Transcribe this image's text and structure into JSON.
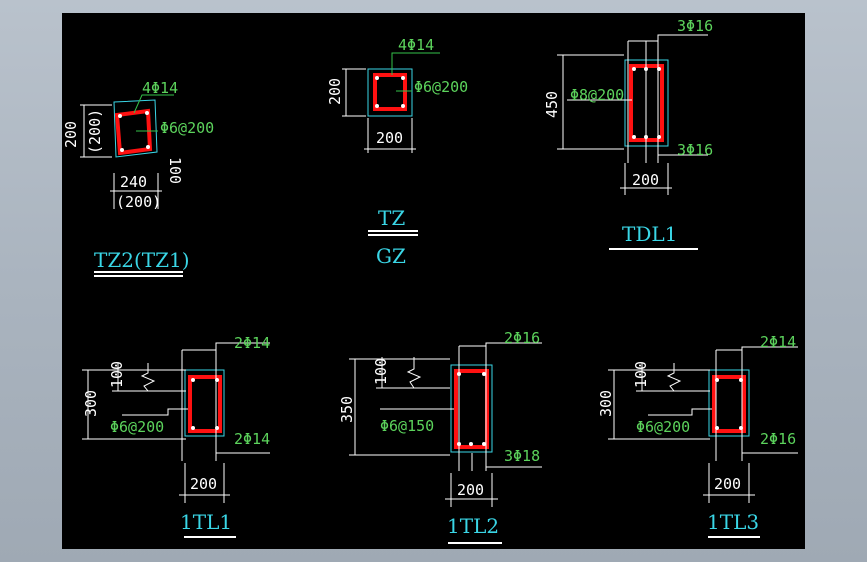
{
  "colors": {
    "background": "#000000",
    "frame": "#aab4bf",
    "dimension": "#ffffff",
    "outline": "#3ad6e6",
    "rebar_label": "#5cd35c",
    "stirrup": "#ff1111",
    "title": "#3ad6e6"
  },
  "tz2": {
    "title": "TZ2(TZ1)",
    "main_bars": "4Φ14",
    "stirrup": "Φ6@200",
    "height": "200",
    "height_alt": "(200)",
    "width": "240",
    "width_alt": "(200)",
    "tail": "100"
  },
  "tz": {
    "title": "TZ",
    "title_alt": "GZ",
    "main_bars": "4Φ14",
    "stirrup": "Φ6@200",
    "height": "200",
    "width": "200"
  },
  "tdl1": {
    "title": "TDL1",
    "top_bars": "3Φ16",
    "bottom_bars": "3Φ16",
    "stirrup": "Φ8@200",
    "height": "450",
    "width": "200"
  },
  "tl1": {
    "title": "1TL1",
    "top_bars": "2Φ14",
    "bottom_bars": "2Φ14",
    "stirrup": "Φ6@200",
    "height": "300",
    "slab": "100",
    "width": "200"
  },
  "tl2": {
    "title": "1TL2",
    "top_bars": "2Φ16",
    "bottom_bars": "3Φ18",
    "stirrup": "Φ6@150",
    "height": "350",
    "slab": "100",
    "width": "200"
  },
  "tl3": {
    "title": "1TL3",
    "top_bars": "2Φ14",
    "bottom_bars": "2Φ16",
    "stirrup": "Φ6@200",
    "height": "300",
    "slab": "100",
    "width": "200"
  }
}
